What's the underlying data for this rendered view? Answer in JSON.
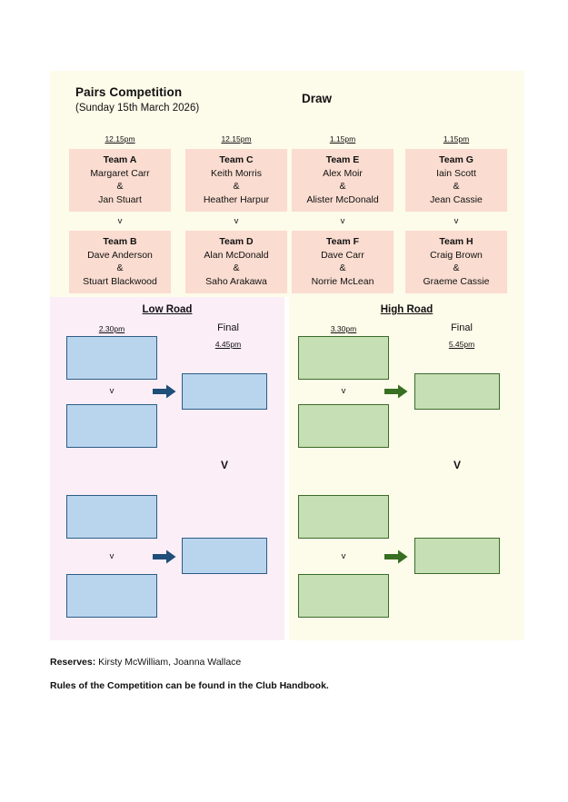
{
  "header": {
    "competition_title": "Pairs Competition",
    "competition_date": "(Sunday 15th March 2026)",
    "draw_label": "Draw"
  },
  "colors": {
    "top_panel_bg": "#fdfbea",
    "team_box_bg": "#fadcd0",
    "low_road_bg": "#fbeef7",
    "high_road_bg": "#fdfbea",
    "blue_slot_fill": "#b9d5ed",
    "blue_slot_border": "#2d5c85",
    "green_slot_fill": "#c7dfb4",
    "green_slot_border": "#3a6b28",
    "blue_arrow": "#1f4e79",
    "green_arrow": "#376e21"
  },
  "first_round": {
    "vs_label": "v",
    "amp": "&",
    "matches": [
      {
        "time": "12.15pm",
        "home": {
          "team": "Team A",
          "player1": "Margaret Carr",
          "player2": "Jan Stuart"
        },
        "away": {
          "team": "Team B",
          "player1": "Dave Anderson",
          "player2": "Stuart Blackwood"
        }
      },
      {
        "time": "12.15pm",
        "home": {
          "team": "Team C",
          "player1": "Keith Morris",
          "player2": "Heather Harpur"
        },
        "away": {
          "team": "Team D",
          "player1": "Alan McDonald",
          "player2": "Saho Arakawa"
        }
      },
      {
        "time": "1.15pm",
        "home": {
          "team": "Team E",
          "player1": "Alex Moir",
          "player2": "Alister McDonald"
        },
        "away": {
          "team": "Team F",
          "player1": "Dave Carr",
          "player2": "Norrie McLean"
        }
      },
      {
        "time": "1.15pm",
        "home": {
          "team": "Team G",
          "player1": "Iain Scott",
          "player2": "Jean Cassie"
        },
        "away": {
          "team": "Team H",
          "player1": "Craig Brown",
          "player2": "Graeme Cassie"
        }
      }
    ]
  },
  "low_road": {
    "title": "Low Road",
    "semi_time": "2.30pm",
    "final_label": "Final",
    "final_time": "4.45pm",
    "vs_label": "v",
    "final_vs_label": "V",
    "semi_slots": [
      "",
      "",
      "",
      ""
    ],
    "final_slots": [
      "",
      ""
    ]
  },
  "high_road": {
    "title": "High Road",
    "semi_time": "3.30pm",
    "final_label": "Final",
    "final_time": "5.45pm",
    "vs_label": "v",
    "final_vs_label": "V",
    "semi_slots": [
      "",
      "",
      "",
      ""
    ],
    "final_slots": [
      "",
      ""
    ]
  },
  "footer": {
    "reserves_label": "Reserves:",
    "reserves_names": " Kirsty McWilliam, Joanna Wallace",
    "rules_text": "Rules of the Competition can be found in the Club Handbook."
  }
}
